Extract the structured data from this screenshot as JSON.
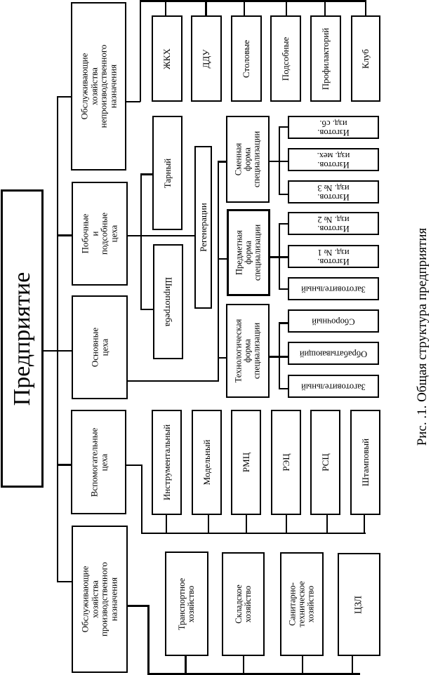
{
  "root": {
    "label": "Предприятие"
  },
  "branches": [
    {
      "key": "service_nonprod",
      "label": "Обслуживающие\nхозяйства\nнепроизводственного\nназначения",
      "children": [
        "ЖКХ",
        "ДДУ",
        "Столовые",
        "Подсобные",
        "Профилакторий",
        "Клуб"
      ]
    },
    {
      "key": "auxiliary_side",
      "label": "Побочные и\nподсобные\nцеха",
      "children": [
        "Тарный",
        "Ширпотреба",
        "Регенерации"
      ]
    },
    {
      "key": "main",
      "label": "Основные\nцеха",
      "children": [
        {
          "label": "Сменная\nформа\nспециализации",
          "children": [
            "Изготов. изд. сб.",
            "Изготов. изд. мех.",
            "Изготов. изд. № 3"
          ]
        },
        {
          "label": "Предметная\nформа\nспециализации",
          "children": [
            "Изготов. изд. № 2",
            "Изготов. изд. № 1",
            "Заготовительный"
          ]
        },
        {
          "label": "Технологическая\nформа\nспециализации",
          "children": [
            "Сборочный",
            "Обрабатывающий",
            "Заготовительный"
          ]
        }
      ]
    },
    {
      "key": "auxiliary",
      "label": "Вспомогательные\nцеха",
      "children": [
        "Инструментальный",
        "Модельный",
        "РМЦ",
        "РЭЦ",
        "РСЦ",
        "Штамповый"
      ]
    },
    {
      "key": "service_prod",
      "label": "Обслуживающие\nхозяйства\nпроизводственного\nназначения",
      "children": [
        "Транспортное\nхозяйство",
        "Складское\nхозяйство",
        "Санитарно-\nтехническое\nхозяйство",
        "ЦЗЛ"
      ]
    }
  ],
  "caption": "Рис. .1. Общая структура предприятия"
}
